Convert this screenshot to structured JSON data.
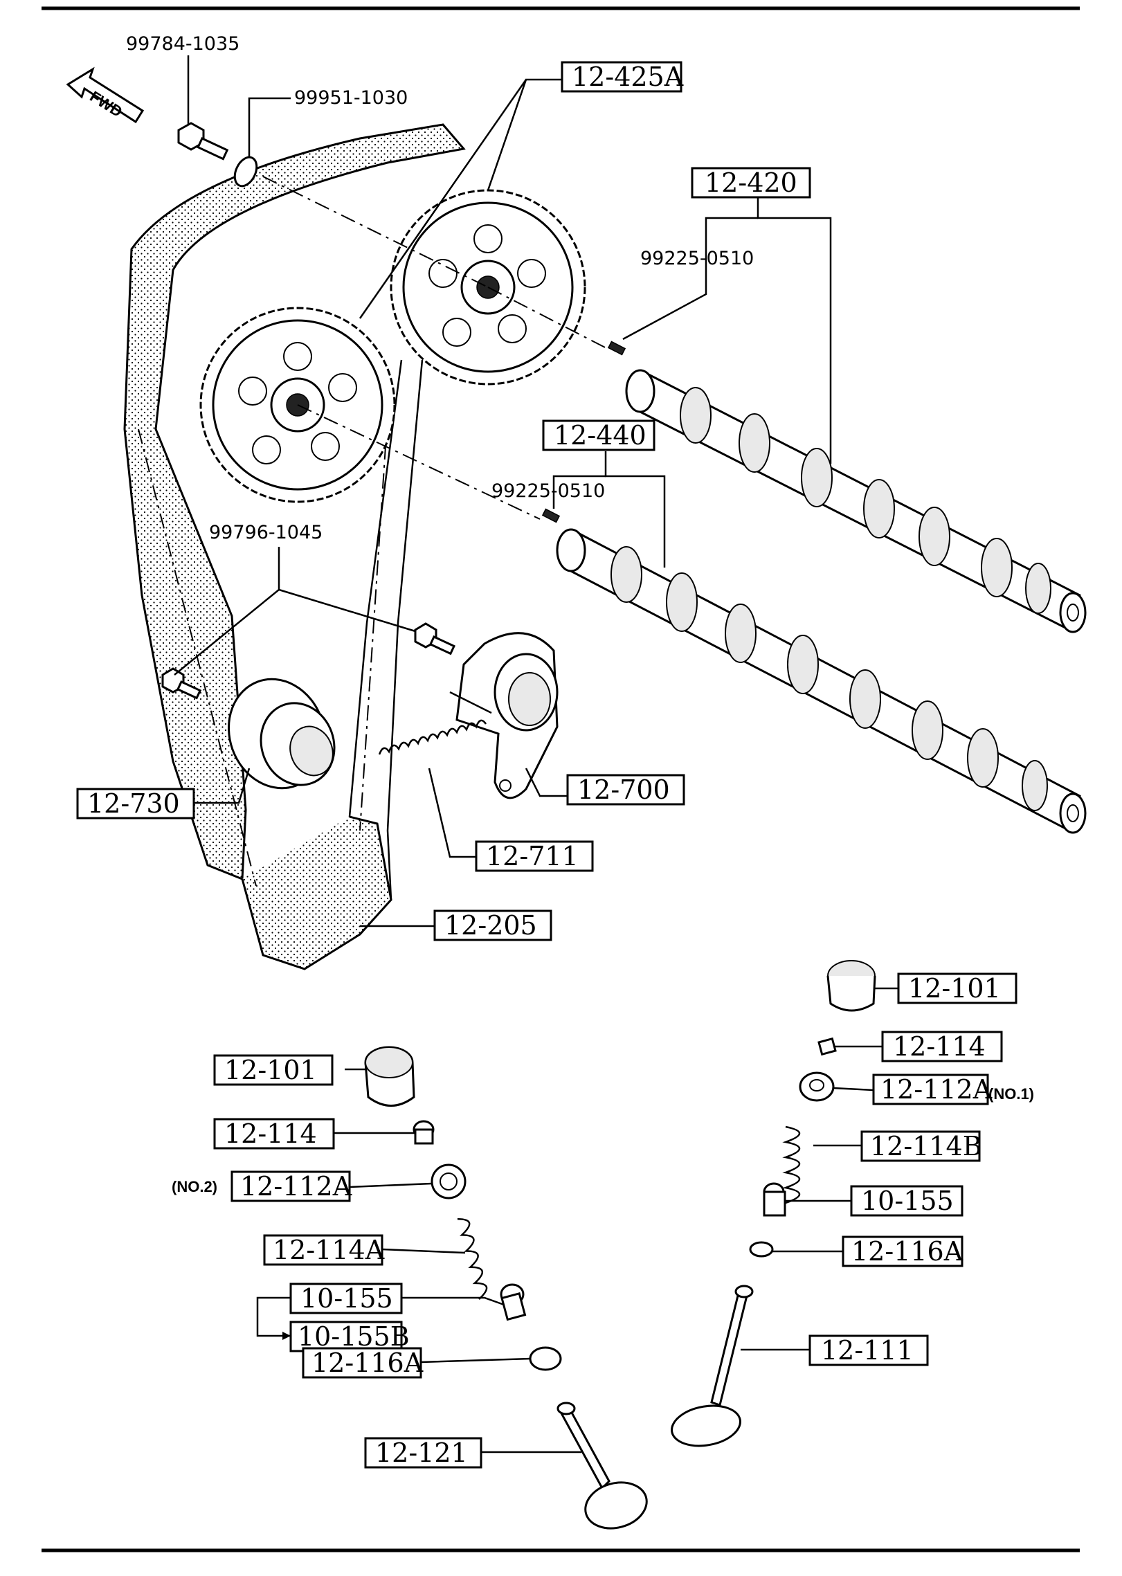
{
  "diagram": {
    "direction_label": "FWD",
    "parts": {
      "p12_425A": "12-425A",
      "p12_420": "12-420",
      "p12_440": "12-440",
      "p12_730": "12-730",
      "p12_700": "12-700",
      "p12_711": "12-711",
      "p12_205": "12-205",
      "p12_101_left": "12-101",
      "p12_114_left": "12-114",
      "p12_112A_left": "12-112A",
      "p12_114A": "12-114A",
      "p10_155_left": "10-155",
      "p10_155B": "10-155B",
      "p12_116A_left": "12-116A",
      "p12_121": "12-121",
      "p12_101_right": "12-101",
      "p12_114_right": "12-114",
      "p12_112A_right": "12-112A",
      "p12_114B": "12-114B",
      "p10_155_right": "10-155",
      "p12_116A_right": "12-116A",
      "p12_111": "12-111"
    },
    "hardware": {
      "h99784_1035": "99784-1035",
      "h99951_1030": "99951-1030",
      "h99225_0510_top": "99225-0510",
      "h99225_0510_bottom": "99225-0510",
      "h99796_1045": "99796-1045"
    },
    "notes": {
      "no1": "(NO.1)",
      "no2": "(NO.2)"
    }
  }
}
